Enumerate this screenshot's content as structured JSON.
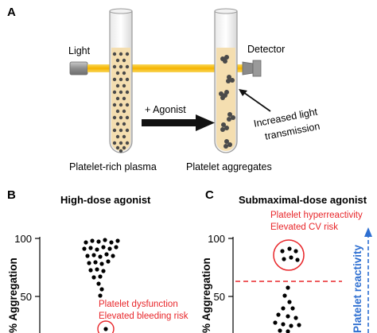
{
  "panelA": {
    "letter": "A",
    "light_label": "Light",
    "detector_label": "Detector",
    "agonist_label": "+ Agonist",
    "transmission_line1": "Increased light",
    "transmission_line2": "transmission",
    "left_tube_label": "Platelet-rich plasma",
    "right_tube_label": "Platelet aggregates",
    "colors": {
      "beam": "#f7c51e",
      "plasma": "#f4deb0",
      "arrow": "#111111"
    }
  },
  "panelB": {
    "letter": "B",
    "title": "High-dose agonist",
    "y_axis_label": "% Aggregation",
    "tick_100": "100",
    "tick_50": "50",
    "note_line1": "Platelet dysfunction",
    "note_line2": "Elevated bleeding risk"
  },
  "panelC": {
    "letter": "C",
    "title": "Submaximal-dose agonist",
    "y_axis_label": "% Aggregation",
    "tick_100": "100",
    "tick_50": "50",
    "note_line1": "Platelet hyperreactivity",
    "note_line2": "Elevated CV risk",
    "side_arrow_label": "Platelet reactivity",
    "colors": {
      "threshold": "#e8262a",
      "side_arrow": "#2e6fd1"
    }
  }
}
